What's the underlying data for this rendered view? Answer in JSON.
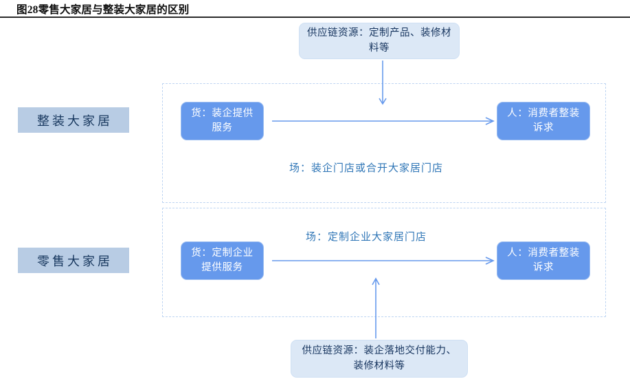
{
  "figure": {
    "title": "图28零售大家居与整装大家居的区别"
  },
  "colors": {
    "node_blue": "#6699ec",
    "node_pale": "#dce8f6",
    "side_label_bg": "#b8cce4",
    "caption_text": "#2e75b6",
    "dashed_border": "#bdd4f2",
    "arrow": "#6699ec",
    "title_rule": "#2b2b2b"
  },
  "side_labels": [
    {
      "label": "整装大家居"
    },
    {
      "label": "零售大家居"
    }
  ],
  "supply_nodes": {
    "top": {
      "label": "供应链资源：定制产品、装修材料等"
    },
    "bottom": {
      "label": "供应链资源：装企落地交付能力、装修材料等"
    }
  },
  "rows": [
    {
      "name": "整装大家居",
      "goods_node": {
        "label": "货：装企提供服务"
      },
      "consumer_node": {
        "label": "人：消费者整装诉求"
      },
      "channel_caption": {
        "label": "场：装企门店或合开大家居门店"
      },
      "arrows": [
        {
          "name": "supply-to-row-arrow",
          "direction": "down"
        },
        {
          "name": "goods-to-consumer-arrow",
          "direction": "right"
        }
      ]
    },
    {
      "name": "零售大家居",
      "goods_node": {
        "label": "货：定制企业提供服务"
      },
      "consumer_node": {
        "label": "人：消费者整装诉求"
      },
      "channel_caption": {
        "label": "场：定制企业大家居门店"
      },
      "arrows": [
        {
          "name": "supply-to-row-arrow",
          "direction": "up"
        },
        {
          "name": "goods-to-consumer-arrow",
          "direction": "right"
        }
      ]
    }
  ]
}
